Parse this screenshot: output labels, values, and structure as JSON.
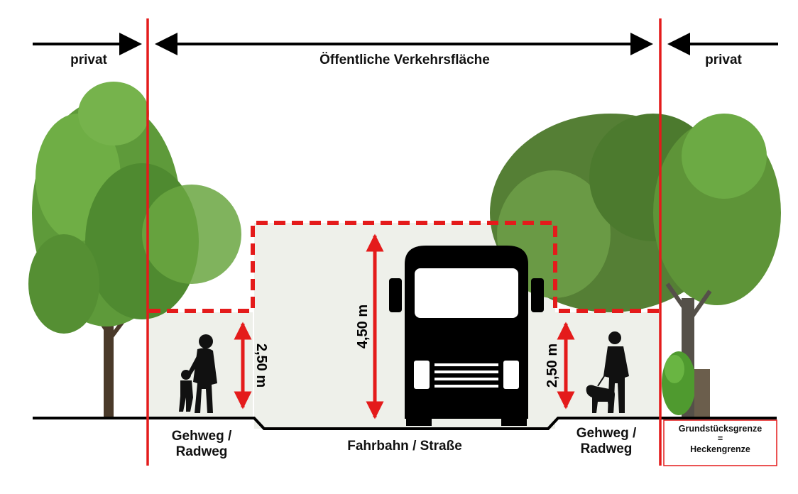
{
  "top_labels": {
    "left_private": "privat",
    "public_area": "Öffentliche Verkehrsfläche",
    "right_private": "privat"
  },
  "heights": {
    "left_clearance": "2,50 m",
    "road_clearance": "4,50 m",
    "right_clearance": "2,50 m"
  },
  "ground_labels": {
    "left_walkway_line1": "Gehweg /",
    "left_walkway_line2": "Radweg",
    "roadway": "Fahrbahn / Straße",
    "right_walkway_line1": "Gehweg /",
    "right_walkway_line2": "Radweg"
  },
  "boundary_box": {
    "line1": "Grundstücksgrenze",
    "line2": "=",
    "line3": "Heckengrenze"
  },
  "colors": {
    "boundary_red": "#e41b1b",
    "arrow_black": "#000000",
    "tree_green": "#5e9a3a",
    "clearance_fill": "#e9ece4"
  },
  "icons": [
    "tree-icon",
    "truck-icon",
    "pedestrian-mother-child-icon",
    "pedestrian-dog-walker-icon",
    "hedge-icon"
  ]
}
